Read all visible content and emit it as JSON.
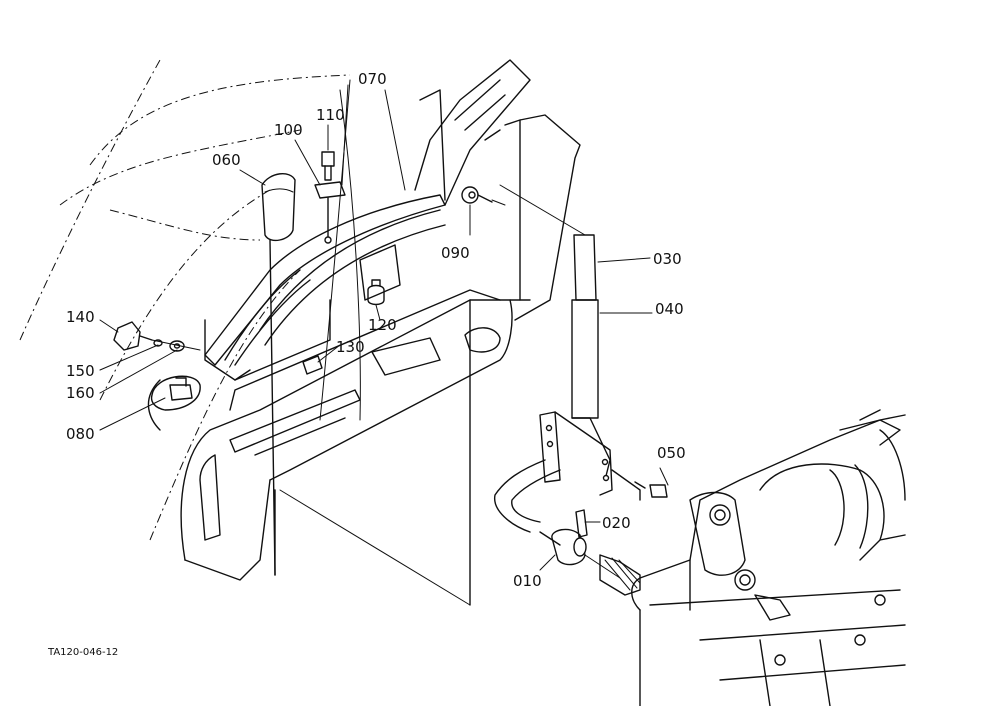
{
  "figure_code": "TA120-046-12",
  "part_numbers": {
    "p010": "010",
    "p020": "020",
    "p030": "030",
    "p040": "040",
    "p050": "050",
    "p060": "060",
    "p070": "070",
    "p080": "080",
    "p090": "090",
    "p100": "100",
    "p110": "110",
    "p120": "120",
    "p130": "130",
    "p140": "140",
    "p150": "150",
    "p160": "160"
  },
  "colors": {
    "ink": "#111111",
    "paper": "#ffffff"
  }
}
